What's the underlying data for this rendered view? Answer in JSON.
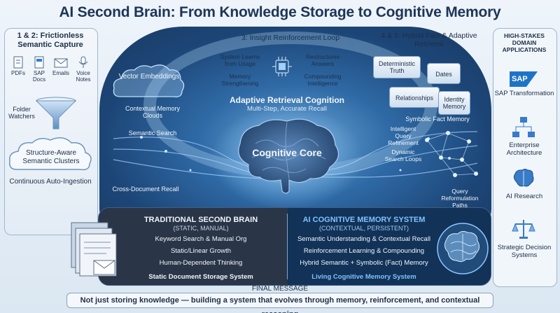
{
  "title": "AI Second Brain: From Knowledge Storage to Cognitive Memory",
  "left_panel": {
    "heading": "1 & 2: Frictionless Semantic Capture",
    "inputs": [
      {
        "label": "PDFs",
        "icon": "pdf-icon"
      },
      {
        "label": "SAP Docs",
        "icon": "sap-docs-icon"
      },
      {
        "label": "Emails",
        "icon": "email-icon"
      },
      {
        "label": "Voice Notes",
        "icon": "microphone-icon"
      }
    ],
    "folder_watchers": "Folder Watchers",
    "clusters": "Structure-Aware Semantic Clusters",
    "auto_ingestion": "Continuous Auto-Ingestion"
  },
  "center": {
    "loop_heading": "3: Insight Reinforcement Loop",
    "loop_items": [
      "System Learns from Usage",
      "Restructures Answers",
      "Memory Strengthening",
      "Compounding Intelligence"
    ],
    "vector_embeddings": "Vector Embeddings",
    "contextual_clouds": "Contextual Memory Clouds",
    "semantic_search": "Semantic Search",
    "cross_document": "Cross-Document Recall",
    "retrieval_title": "Adaptive Retrieval Cognition",
    "retrieval_sub": "Multi-Step, Accurate Recall",
    "core": "Cognitive Core"
  },
  "hybrid": {
    "heading": "4 & 5: Hybrid Fact & Adaptive Retrieval",
    "boxes": [
      "Deterministic Truth",
      "Dates",
      "Relationships",
      "Identity Memory"
    ],
    "symbolic": "Symbolic Fact Memory",
    "refinement": "Intelligent Query Refinement",
    "loops": "Dynamic Search Loops",
    "reformulation": "Query Reformulation Paths"
  },
  "right_panel": {
    "heading": "HIGH-STAKES DOMAIN APPLICATIONS",
    "items": [
      {
        "label": "SAP Transformation",
        "icon": "sap-logo-icon"
      },
      {
        "label": "Enterprise Architecture",
        "icon": "hierarchy-icon"
      },
      {
        "label": "AI Research",
        "icon": "brain-icon"
      },
      {
        "label": "Strategic Decision Systems",
        "icon": "scales-icon"
      }
    ],
    "sap_logo_text": "SAP"
  },
  "traditional": {
    "title": "TRADITIONAL SECOND BRAIN",
    "subtitle": "(STATIC, MANUAL)",
    "items": [
      "Keyword Search & Manual Org",
      "Static/Linear Growth",
      "Human-Dependent Thinking"
    ],
    "footer": "Static Document Storage System"
  },
  "cognitive": {
    "title": "AI COGNITIVE MEMORY SYSTEM",
    "subtitle": "(CONTEXTUAL, PERSISTENT)",
    "items": [
      "Semantic Understanding & Contextual Recall",
      "Reinforcement Learning & Compounding",
      "Hybrid Semantic + Symbolic (Fact) Memory"
    ],
    "footer": "Living Cognitive Memory System"
  },
  "final": {
    "heading": "FINAL MESSAGE",
    "message": "Not just storing knowledge — building a system that evolves through memory, reinforcement, and contextual reasoning"
  }
}
